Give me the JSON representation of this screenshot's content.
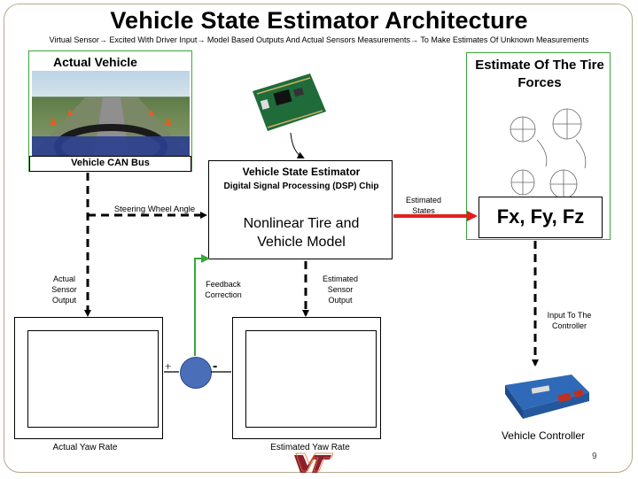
{
  "slide": {
    "title": "Vehicle State Estimator Architecture",
    "subtitle": "Virtual Sensor→ Excited  With Driver Input→ Model Based Outputs And Actual Sensors Measurements→ To Make Estimates Of Unknown Measurements",
    "page_number": "9"
  },
  "boxes": {
    "actual_vehicle": "Actual Vehicle",
    "vehicle_can_bus": "Vehicle CAN Bus",
    "tire_forces_title": "Estimate Of The Tire Forces",
    "estimator_title": "Vehicle State Estimator",
    "estimator_sub": "Digital Signal Processing (DSP) Chip",
    "model_line1": "Nonlinear  Tire and",
    "model_line2": "Vehicle Model",
    "forces": "Fx, Fy, Fz",
    "controller": "Vehicle Controller"
  },
  "labels": {
    "steering_wheel_angle": "Steering Wheel Angle",
    "estimated_states_1": "Estimated",
    "estimated_states_2": "States",
    "actual_sensor_1": "Actual",
    "actual_sensor_2": "Sensor",
    "actual_sensor_3": "Output",
    "feedback_1": "Feedback",
    "feedback_2": "Correction",
    "est_sensor_1": "Estimated",
    "est_sensor_2": "Sensor",
    "est_sensor_3": "Output",
    "input_ctrl_1": "Input To The",
    "input_ctrl_2": "Controller",
    "plus": "+",
    "minus": "-",
    "actual_yaw_rate": "Actual Yaw Rate",
    "estimated_yaw_rate": "Estimated Yaw Rate"
  },
  "colors": {
    "green": "#3aa63a",
    "red": "#e02020",
    "node_blue": "#4a6fb8"
  }
}
